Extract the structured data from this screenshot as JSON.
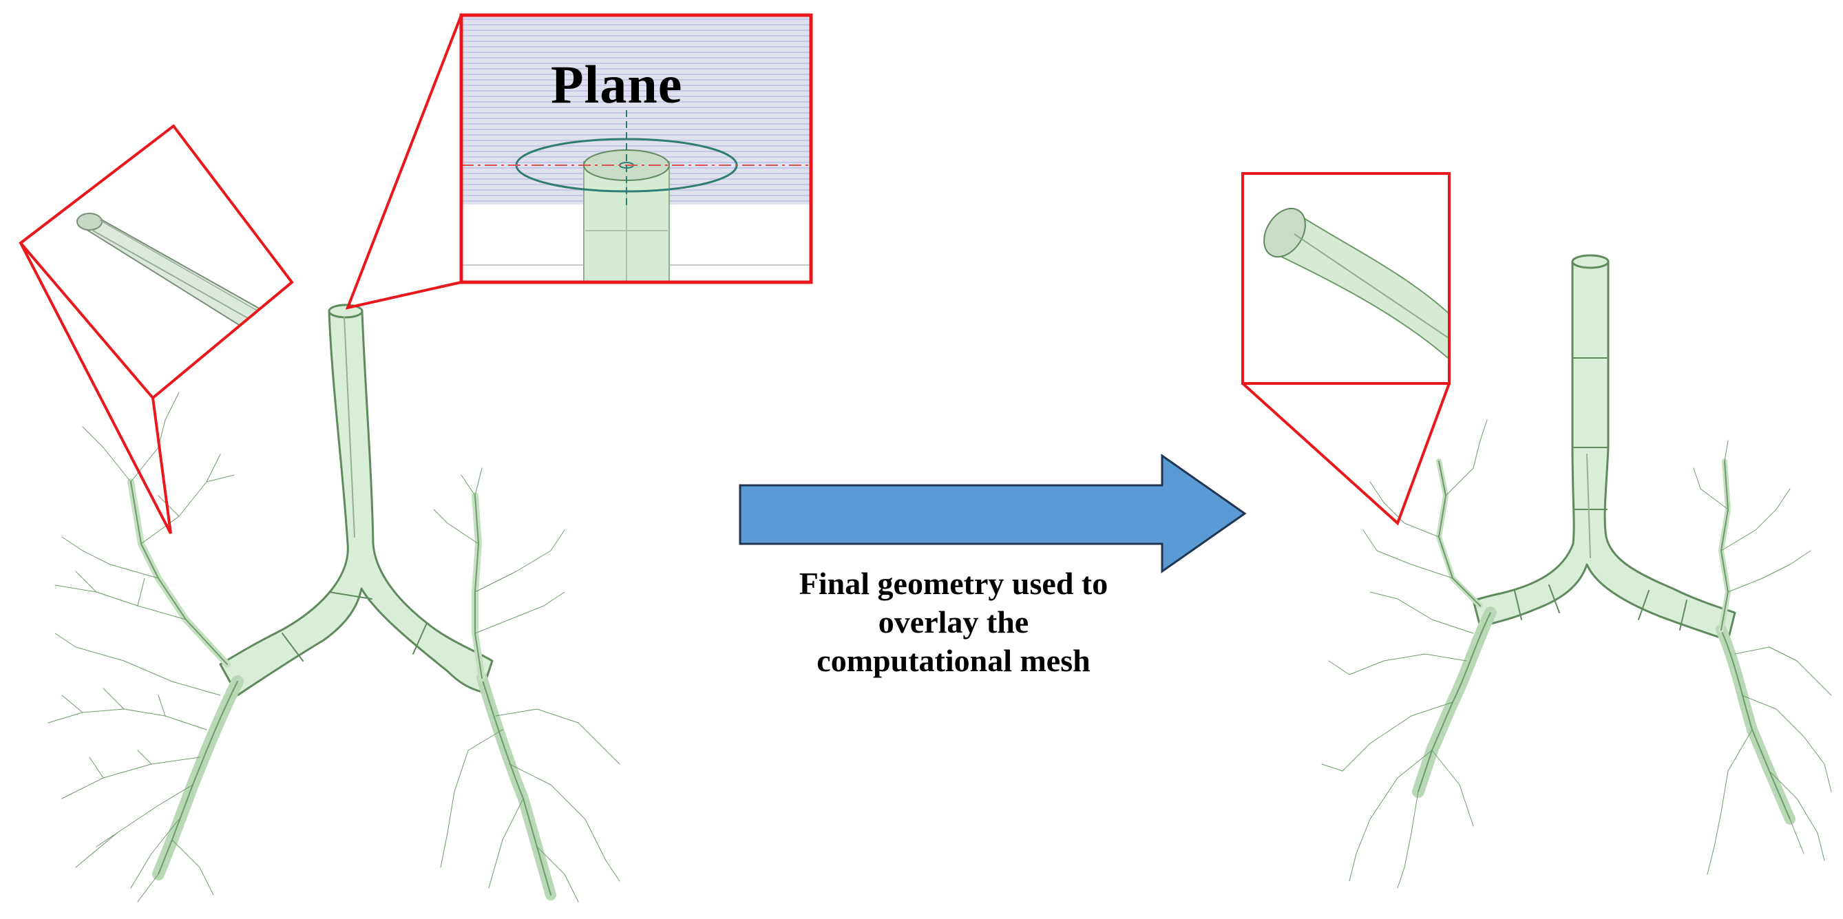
{
  "plane_label": "Plane",
  "caption": {
    "line1": "Final geometry used to",
    "line2": "overlay the",
    "line3": "computational mesh"
  },
  "colors": {
    "airway_fill": "#d8eed6",
    "airway_edge": "#5f8a5c",
    "highlight_frame": "#e8181c",
    "arrow_fill": "#5b9bd5",
    "arrow_edge": "#1f3550",
    "plane_bg": "#dcdff0",
    "plane_ring": "#2e7d74",
    "plane_axis": "#e05050"
  },
  "icons": [
    "right-arrow-icon"
  ]
}
